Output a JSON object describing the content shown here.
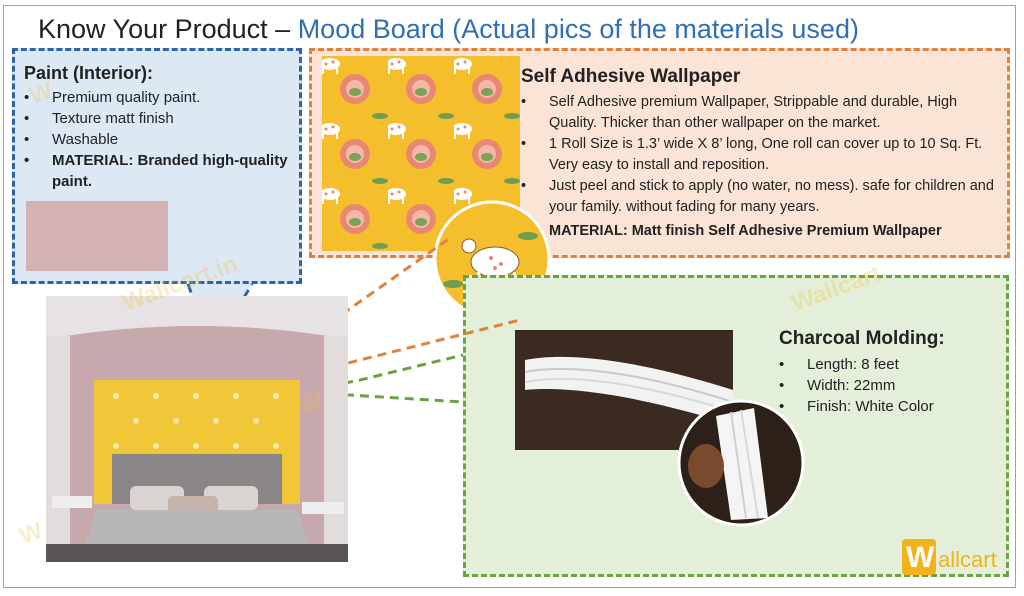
{
  "title": {
    "main": "Know Your Product – ",
    "highlight": "Mood Board (Actual pics of the materials used)"
  },
  "paint": {
    "heading": "Paint (Interior):",
    "items": [
      "Premium quality paint.",
      "Texture matt finish",
      "Washable"
    ],
    "material": "MATERIAL: Branded high-quality paint.",
    "swatch_color": "#d3b3b5"
  },
  "wallpaper": {
    "heading": "Self Adhesive Wallpaper",
    "items": [
      "Self Adhesive premium Wallpaper, Strippable and durable, High Quality. Thicker than other wallpaper on the market.",
      "1 Roll Size is 1.3’ wide X 8’ long, One roll can cover up to 10 Sq. Ft. Very easy to install and reposition.",
      "Just peel and stick to apply (no water, no mess). safe for children and your family. without fading for many years."
    ],
    "material": "MATERIAL: Matt finish Self Adhesive Premium Wallpaper"
  },
  "molding": {
    "heading": "Charcoal Molding:",
    "items": [
      "Length: 8 feet",
      "Width: 22mm",
      "Finish: White Color"
    ]
  },
  "logo": {
    "letter": "W",
    "rest": "allcart"
  },
  "colors": {
    "blue": "#2d63a8",
    "orange": "#e0813c",
    "green": "#6aa33f",
    "wall_yellow": "#f5be2c"
  }
}
